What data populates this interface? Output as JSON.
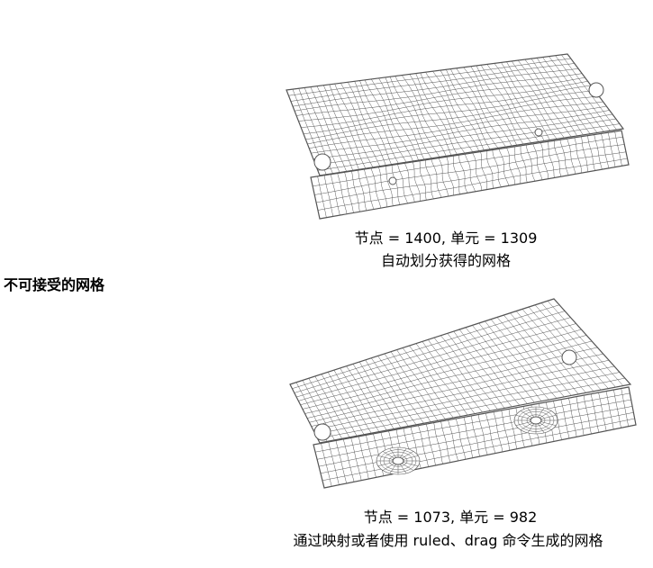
{
  "figure1": {
    "stats": "节点 = 1400, 单元 = 1309",
    "description": "自动划分获得的网格"
  },
  "section": {
    "heading": "不可接受的网格"
  },
  "figure2": {
    "stats": "节点 = 1073, 单元 = 982",
    "description": "通过映射或者使用 ruled、drag 命令生成的网格"
  },
  "colors": {
    "mesh_line": "#555555",
    "text": "#000000",
    "background": "#ffffff"
  }
}
